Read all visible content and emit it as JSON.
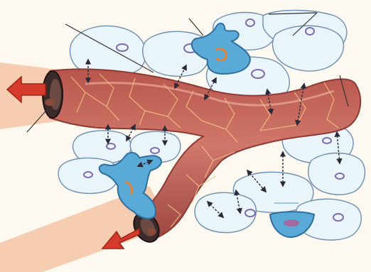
{
  "diagram": {
    "colors": {
      "background": "#fdf8f0",
      "flow_band": "#f6cdb0",
      "vessel_fill": "#c8665a",
      "vessel_edge": "#8f3a35",
      "endothelial_junction": "#f4c28a",
      "lumen": "#3a2a2a",
      "cell_fill": "#eaf4fb",
      "cell_edge": "#6f8fb0",
      "nucleus": "#7d6bb0",
      "pericyte_fill": "#5aaad8",
      "pericyte_edge": "#2f6f9e",
      "pericyte_nucleus": "#e3843a",
      "flow_arrow": "#d63a2a",
      "exchange_arrow": "#2a2a3a",
      "leader_line": "#333333"
    },
    "icons": [
      "blood-vessel",
      "astrocyte-cell",
      "pericyte-cell",
      "blood-flow-arrow",
      "diffusion-arrow"
    ]
  }
}
